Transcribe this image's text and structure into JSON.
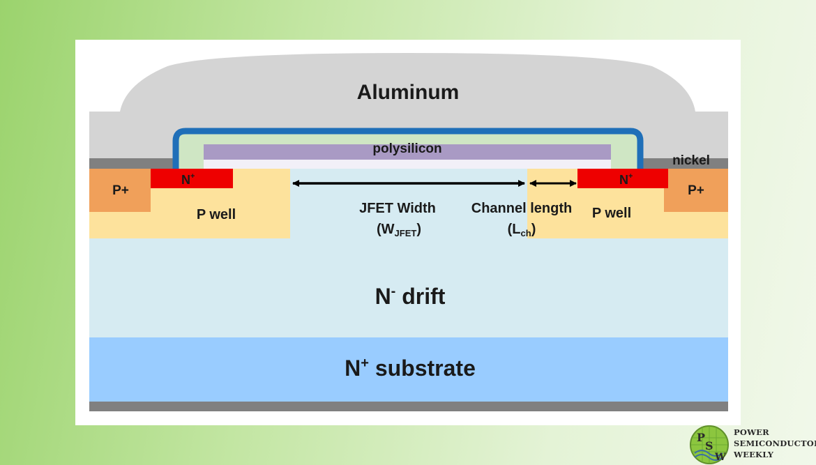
{
  "diagram": {
    "labels": {
      "aluminum": "Aluminum",
      "polysilicon": "polysilicon",
      "nickel": "nickel",
      "p_plus_left": "P+",
      "p_plus_right": "P+",
      "n_plus_left": "N",
      "n_plus_right": "N",
      "n_plus_sup": "+",
      "p_well_left": "P well",
      "p_well_right": "P well",
      "jfet_width": "JFET Width",
      "jfet_symbol_main": "(W",
      "jfet_symbol_sub": "JFET",
      "jfet_symbol_close": ")",
      "channel_length": "Channel length",
      "channel_symbol_main": "(L",
      "channel_symbol_sub": "ch",
      "channel_symbol_close": ")",
      "drift_main": "N",
      "drift_sup": "-",
      "drift_rest": " drift",
      "substrate_main": "N",
      "substrate_sup": "+",
      "substrate_rest": " substrate"
    },
    "colors": {
      "aluminum": "#d4d4d4",
      "nickel": "#808080",
      "polysilicon": "#a99ac4",
      "gate_oxide_outline": "#1f6fb8",
      "oxide_fill": "#cfe6c4",
      "p_plus": "#f0a05a",
      "n_plus": "#ee0000",
      "p_well": "#fde29c",
      "n_drift": "#d6ebf2",
      "n_substrate": "#99ccff",
      "backside_metal": "#808080"
    }
  },
  "logo": {
    "line1": "POWER",
    "line2": "SEMICONDUCTORS",
    "line3": "WEEKLY",
    "letter_p": "P",
    "letter_s": "S",
    "letter_w": "W"
  }
}
